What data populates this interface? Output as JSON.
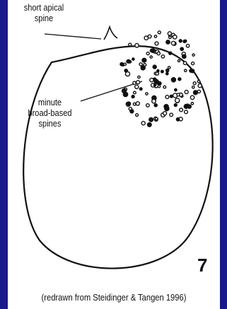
{
  "labels": {
    "apical_line1": "short apical",
    "apical_line2": "spine",
    "minute_line1": "minute",
    "minute_line2": "broad-based",
    "minute_line3": "spines"
  },
  "figure_number": "7",
  "caption": "(redrawn from Steidinger & Tangen 1996)",
  "colors": {
    "background": "#1a1a8c",
    "panel": "#ffffff",
    "ink": "#111111"
  }
}
